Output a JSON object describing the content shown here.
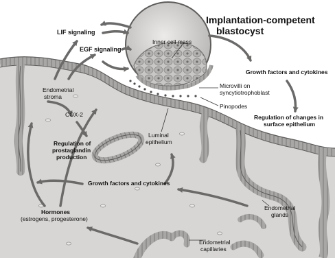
{
  "diagram": {
    "title_line1": "Implantation-competent",
    "title_line2": "blastocyst",
    "labels": {
      "lif": "LIF signaling",
      "egf": "EGF signaling",
      "icm": "Inner cell mass",
      "growth_top": "Growth factors and cytokines",
      "microvilli_1": "Microvilli on",
      "microvilli_2": "syncytiotrophoblast",
      "pinopodes": "Pinopodes",
      "regulation_surface_1": "Regulation of changes in",
      "regulation_surface_2": "surface epithelium",
      "stroma_1": "Endometrial",
      "stroma_2": "stroma",
      "cox2": "COX-2",
      "prostaglandin_1": "Regulation of",
      "prostaglandin_2": "prostaglandin",
      "prostaglandin_3": "production",
      "luminal_1": "Luminal",
      "luminal_2": "epithelium",
      "growth_bottom": "Growth factors and cytokines",
      "glands_1": "Endometrial",
      "glands_2": "glands",
      "hormones_1": "Hormones",
      "hormones_2": "(estrogens, progesterone)",
      "capillaries_1": "Endometrial",
      "capillaries_2": "capillaries"
    },
    "colors": {
      "background": "#ffffff",
      "tissue": "#d7d6d4",
      "epithelium": "#9c9a98",
      "epithelium_dark": "#5f5d5b",
      "blastocyst": "#c4c2c0",
      "arrow": "#6b6a69",
      "text": "#111111"
    }
  }
}
